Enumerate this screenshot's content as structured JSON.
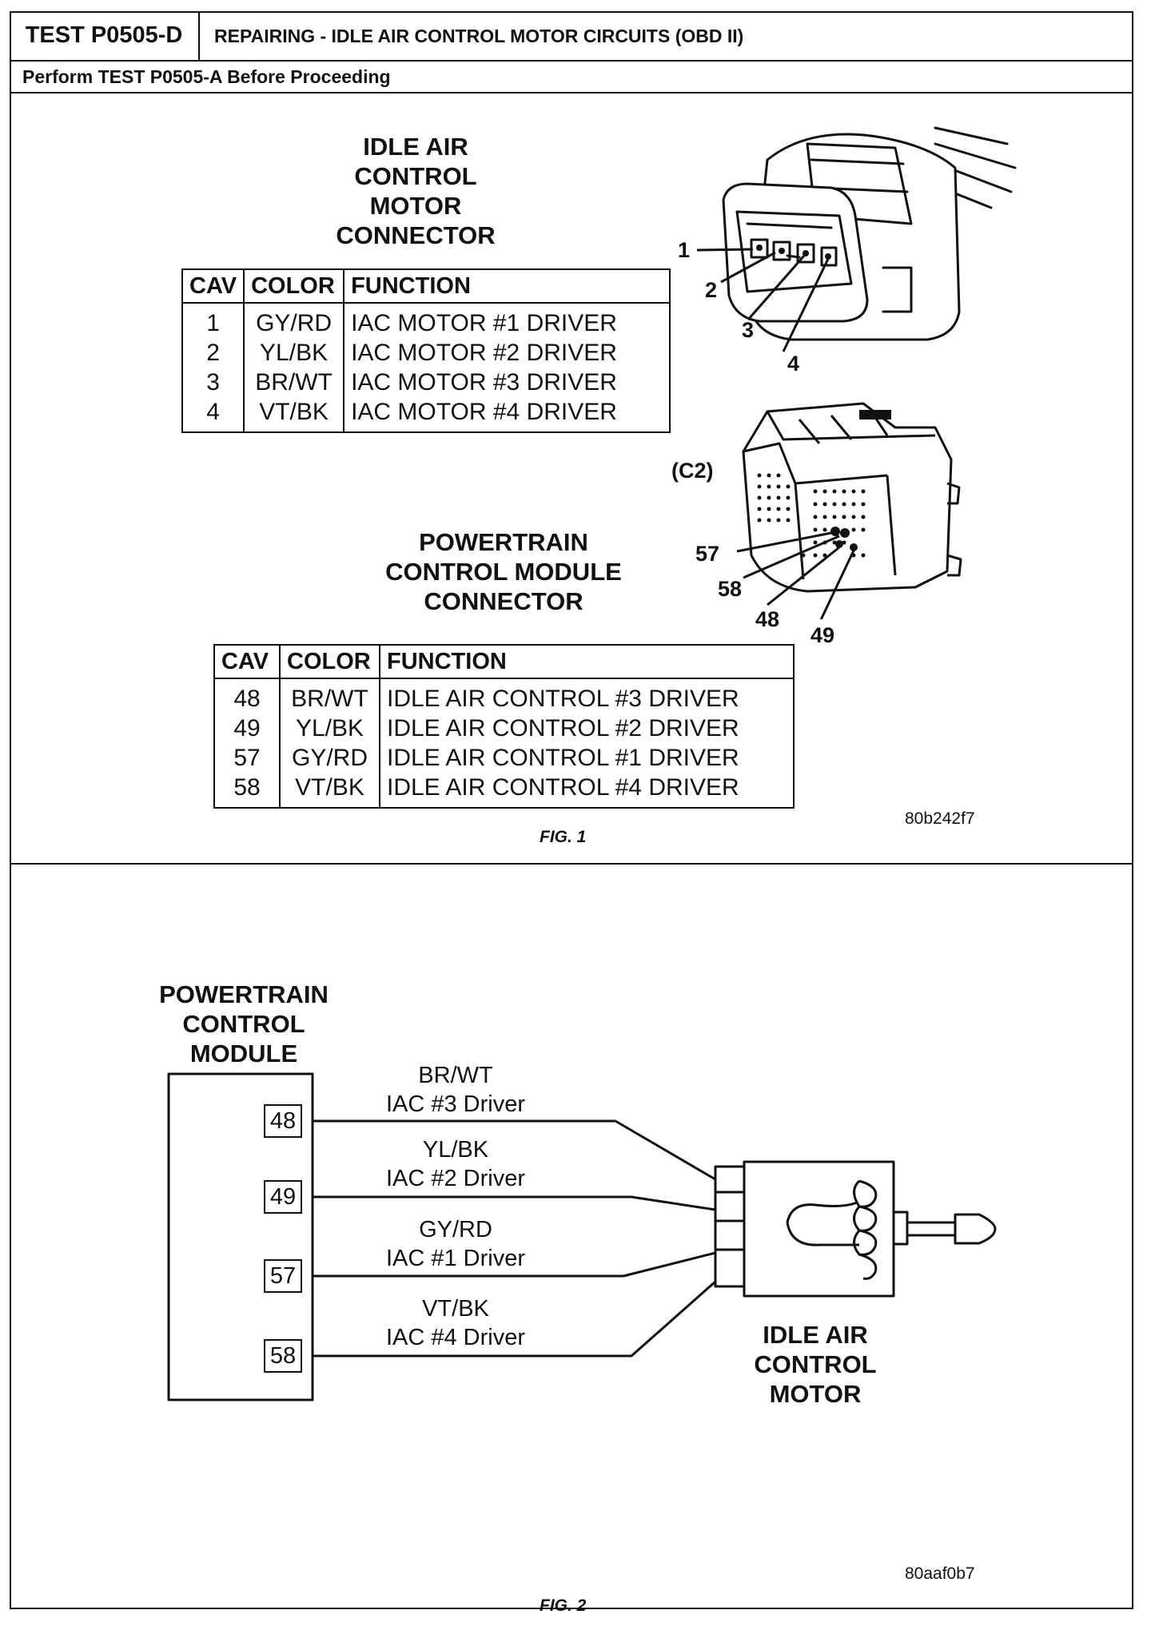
{
  "header": {
    "test_id": "TEST P0505-D",
    "title": "REPAIRING - IDLE AIR CONTROL MOTOR CIRCUITS (OBD II)",
    "prereq": "Perform TEST P0505-A Before Proceeding"
  },
  "fig1": {
    "iac_title": [
      "IDLE AIR",
      "CONTROL",
      "MOTOR",
      "CONNECTOR"
    ],
    "iac_table": {
      "headers": [
        "CAV",
        "COLOR",
        "FUNCTION"
      ],
      "rows": [
        [
          "1",
          "GY/RD",
          "IAC MOTOR #1 DRIVER"
        ],
        [
          "2",
          "YL/BK",
          "IAC MOTOR #2 DRIVER"
        ],
        [
          "3",
          "BR/WT",
          "IAC MOTOR #3 DRIVER"
        ],
        [
          "4",
          "VT/BK",
          "IAC MOTOR #4 DRIVER"
        ]
      ]
    },
    "iac_pins": [
      "1",
      "2",
      "3",
      "4"
    ],
    "pcm_connector_id": "(C2)",
    "pcm_title": [
      "POWERTRAIN",
      "CONTROL MODULE",
      "CONNECTOR"
    ],
    "pcm_pins": [
      "57",
      "58",
      "48",
      "49"
    ],
    "pcm_table": {
      "headers": [
        "CAV",
        "COLOR",
        "FUNCTION"
      ],
      "rows": [
        [
          "48",
          "BR/WT",
          "IDLE AIR CONTROL #3 DRIVER"
        ],
        [
          "49",
          "YL/BK",
          "IDLE AIR CONTROL #2 DRIVER"
        ],
        [
          "57",
          "GY/RD",
          "IDLE AIR CONTROL #1 DRIVER"
        ],
        [
          "58",
          "VT/BK",
          "IDLE AIR CONTROL #4 DRIVER"
        ]
      ]
    },
    "code": "80b242f7",
    "caption": "FIG. 1"
  },
  "fig2": {
    "pcm_title": [
      "POWERTRAIN",
      "CONTROL",
      "MODULE"
    ],
    "wires": [
      {
        "pin": "48",
        "color": "BR/WT",
        "label": "IAC #3 Driver"
      },
      {
        "pin": "49",
        "color": "YL/BK",
        "label": "IAC #2 Driver"
      },
      {
        "pin": "57",
        "color": "GY/RD",
        "label": "IAC #1 Driver"
      },
      {
        "pin": "58",
        "color": "VT/BK",
        "label": "IAC #4 Driver"
      }
    ],
    "motor_title": [
      "IDLE AIR",
      "CONTROL",
      "MOTOR"
    ],
    "code": "80aaf0b7",
    "caption": "FIG. 2"
  }
}
